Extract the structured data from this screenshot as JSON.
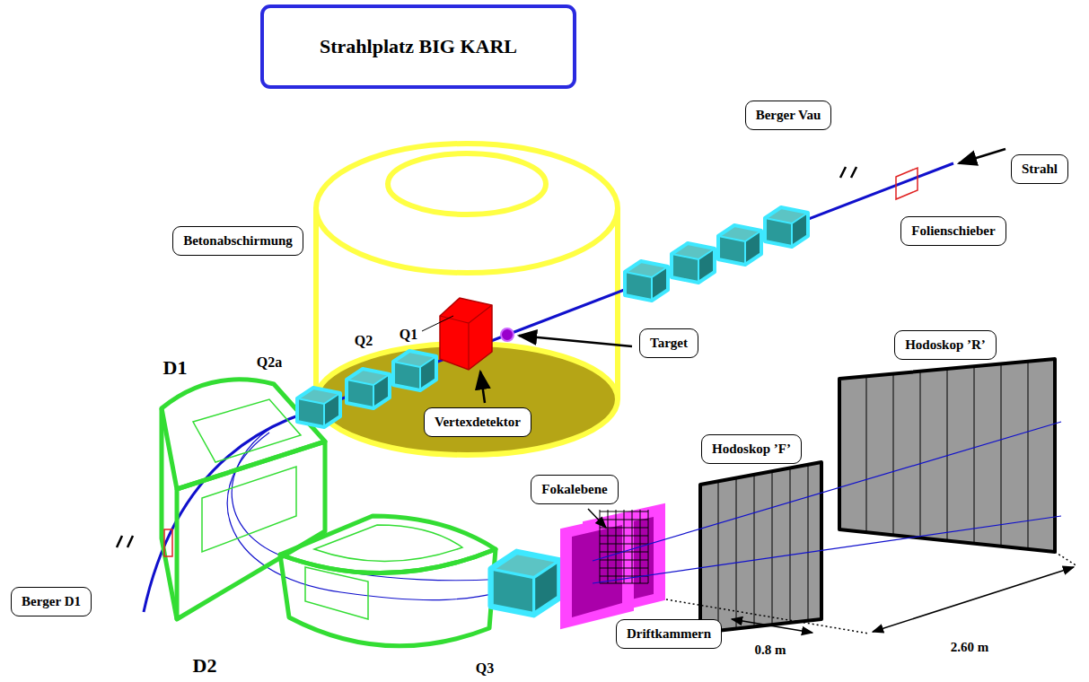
{
  "diagram": {
    "title": "Strahlplatz BIG KARL",
    "nodes": [
      {
        "text": [
          "Berger Vau"
        ]
      },
      {
        "text": [
          "Strahl"
        ]
      },
      {
        "text": [
          "Betonabschirmung"
        ]
      },
      {
        "text": [
          "Folienschieber"
        ]
      },
      {
        "text": [
          "Target"
        ]
      },
      {
        "text": [
          "Vertexdetektor"
        ]
      },
      {
        "text": [
          "Hodoskop ’R’"
        ]
      },
      {
        "text": [
          "Hodoskop ’F’"
        ]
      },
      {
        "text": [
          "Berger D1"
        ]
      },
      {
        "text": [
          "Fokalebene"
        ]
      },
      {
        "text": [
          "Driftkammern"
        ]
      }
    ],
    "labels": [
      "Q1",
      "Q2",
      "Q2a",
      "D1",
      "D2",
      "Q3",
      "0.8 m",
      "2.60 m"
    ]
  }
}
